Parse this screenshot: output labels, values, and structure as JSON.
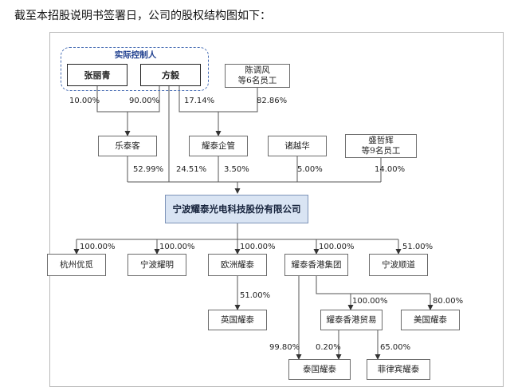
{
  "intro": "截至本招股说明书签署日，公司的股权结构图如下：",
  "controller_label": "实际控制人",
  "nodes": {
    "zhang": "张丽青",
    "fang": "方毅",
    "chen": "陈调风\n等6名员工",
    "letaike": "乐泰客",
    "yaotai_qiguan": "耀泰企管",
    "zhuyuehua": "诸越华",
    "sheng": "盛哲辉\n等9名员工",
    "company": "宁波耀泰光电科技股份有限公司",
    "hangzhou": "杭州优觅",
    "ningbo_yaoming": "宁波耀明",
    "ouzhou": "欧洲耀泰",
    "hk_group": "耀泰香港集团",
    "ningbo_shunyuan": "宁波顺道",
    "yingguo": "英国耀泰",
    "hk_trade": "耀泰香港贸易",
    "meiguo": "美国耀泰",
    "taiguo": "泰国耀泰",
    "feilvbin": "菲律宾耀泰"
  },
  "percents": {
    "zhang_letaike": "10.00%",
    "fang_letaike": "90.00%",
    "fang_qiguan": "17.14%",
    "chen_qiguan": "82.86%",
    "letaike_co": "52.99%",
    "fang_co": "24.51%",
    "qiguan_co": "3.50%",
    "zhuyuehua_co": "5.00%",
    "sheng_co": "14.00%",
    "co_hangzhou": "100.00%",
    "co_yaoming": "100.00%",
    "co_ouzhou": "100.00%",
    "co_hkgroup": "100.00%",
    "co_shunyuan": "51.00%",
    "ouzhou_yingguo": "51.00%",
    "hkgroup_hktrade": "100.00%",
    "hkgroup_meiguo": "80.00%",
    "hkgroup_taiguo": "99.80%",
    "hktrade_taiguo": "0.20%",
    "hktrade_feilvbin": "65.00%"
  },
  "colors": {
    "company_fill": "#d9e4f3",
    "controller_border": "#4a6fb5"
  }
}
